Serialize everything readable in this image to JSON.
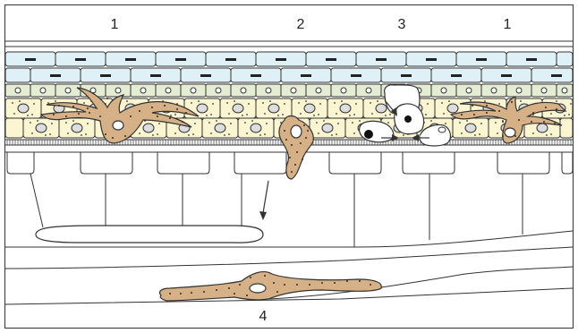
{
  "labels": {
    "l1a": "1",
    "l2": "2",
    "l3": "3",
    "l1b": "1",
    "l4": "4"
  },
  "colors": {
    "frame": "#333333",
    "stratum_corneum": "#dff0f6",
    "stratum_granulosum": "#e4edd4",
    "stratum_spinosum": "#fbf5d2",
    "langerhans_cell": "#d6b187",
    "cell_outline": "#333333",
    "migrating_cell": "#ffffff"
  }
}
